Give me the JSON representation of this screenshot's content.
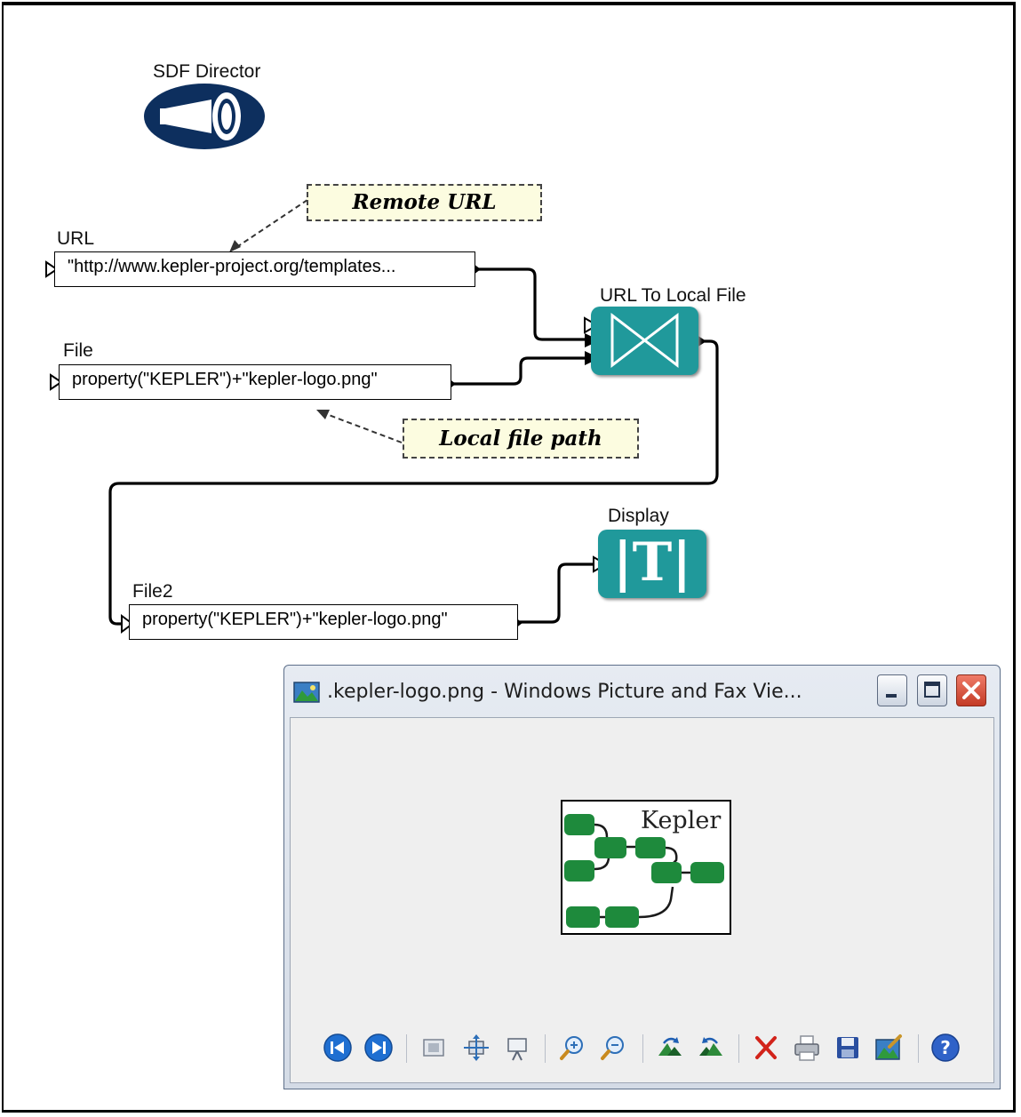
{
  "director": {
    "label": "SDF Director"
  },
  "parameters": [
    {
      "id": "url",
      "label": "URL",
      "value": "\"http://www.kepler-project.org/templates..."
    },
    {
      "id": "file",
      "label": "File",
      "value": "property(\"KEPLER\")+\"kepler-logo.png\""
    },
    {
      "id": "file2",
      "label": "File2",
      "value": "property(\"KEPLER\")+\"kepler-logo.png\""
    }
  ],
  "annotations": [
    {
      "id": "remote",
      "text": "Remote URL"
    },
    {
      "id": "local",
      "text": "Local file path"
    }
  ],
  "actors": [
    {
      "id": "url-to-local",
      "label": "URL To Local File"
    },
    {
      "id": "display",
      "label": "Display",
      "glyph": "|T|"
    }
  ],
  "viewer": {
    "title": ".kepler-logo.png - Windows Picture and Fax Vie...",
    "logo_text": "Kepler",
    "toolbar": [
      {
        "name": "previous-image-icon",
        "tip": "Previous Image"
      },
      {
        "name": "next-image-icon",
        "tip": "Next Image"
      },
      {
        "name": "best-fit-icon",
        "tip": "Best Fit"
      },
      {
        "name": "actual-size-icon",
        "tip": "Actual Size"
      },
      {
        "name": "slide-show-icon",
        "tip": "Start Slide Show"
      },
      {
        "name": "zoom-in-icon",
        "tip": "Zoom In"
      },
      {
        "name": "zoom-out-icon",
        "tip": "Zoom Out"
      },
      {
        "name": "rotate-clockwise-icon",
        "tip": "Rotate Clockwise"
      },
      {
        "name": "rotate-counterclockwise-icon",
        "tip": "Rotate Counterclockwise"
      },
      {
        "name": "delete-icon",
        "tip": "Delete"
      },
      {
        "name": "print-icon",
        "tip": "Print"
      },
      {
        "name": "save-icon",
        "tip": "Copy To"
      },
      {
        "name": "edit-image-icon",
        "tip": "Close and open for editing"
      },
      {
        "name": "help-icon",
        "tip": "Help"
      }
    ]
  },
  "colors": {
    "actor": "#20999b",
    "director": "#0d2f5e",
    "note_bg": "#fcfce0",
    "logo_green": "#1e8a3c"
  }
}
